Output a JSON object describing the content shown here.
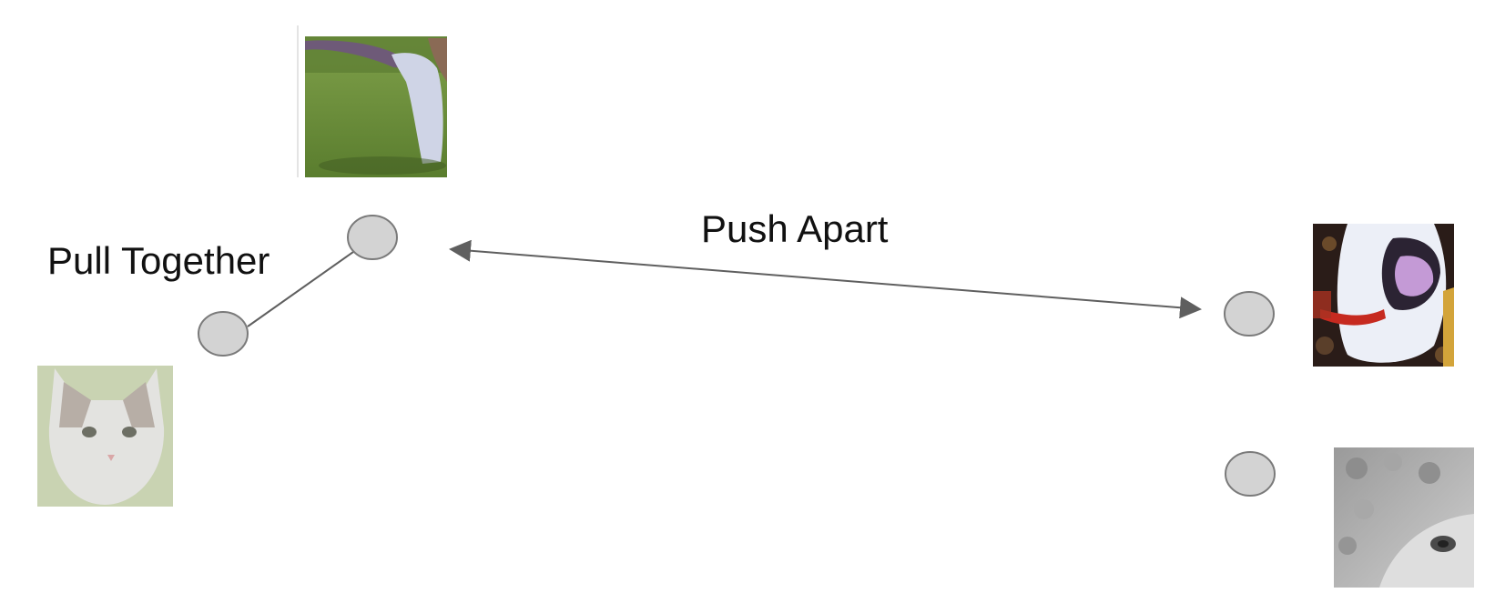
{
  "labels": {
    "pull": "Pull Together",
    "push": "Push Apart"
  },
  "colors": {
    "node_fill": "#d3d3d3",
    "node_stroke": "#7a7a7a",
    "line": "#5f5f5f",
    "text": "#111111"
  },
  "images": {
    "cat_tail_grass": "photo-thumbnail",
    "kitten": "photo-thumbnail",
    "dog_open_mouth": "photo-thumbnail",
    "dog_grayscale": "photo-thumbnail"
  }
}
